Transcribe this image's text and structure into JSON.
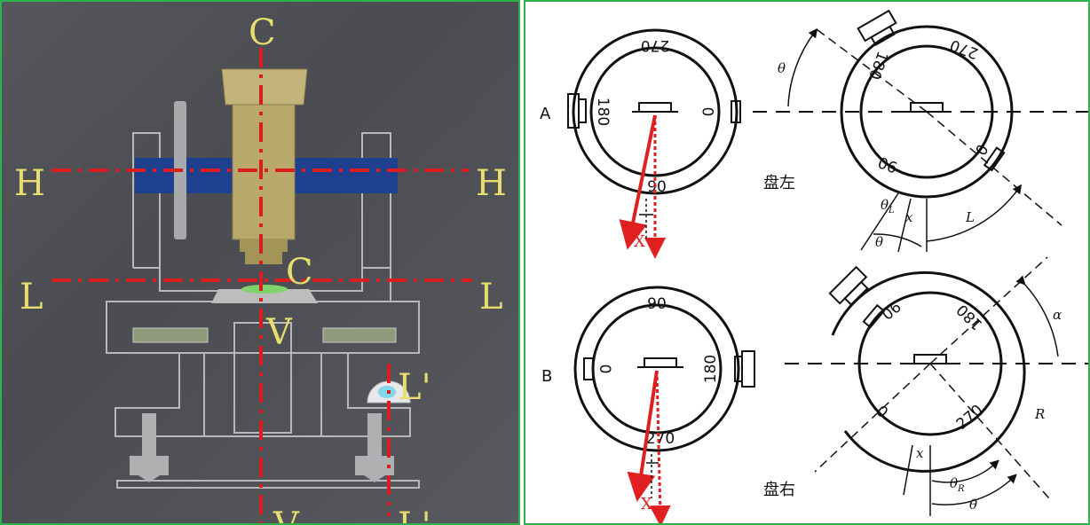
{
  "left": {
    "labels": {
      "c_top": "C",
      "h_left": "H",
      "h_right": "H",
      "l_left": "L",
      "l_right": "L",
      "c_mid": "C",
      "v_mid": "V",
      "lp_top": "L'",
      "v_bottom": "V",
      "lp_bottom": "L'"
    }
  },
  "right": {
    "row_a": "A",
    "row_b": "B",
    "pan_zuo": "盘左",
    "pan_you": "盘右",
    "dial_a": {
      "n270": "270",
      "n180": "180",
      "n0": "0",
      "n90": "90",
      "x": "X"
    },
    "dial_a2": {
      "n270": "270",
      "n180": "180",
      "n0": "0",
      "n90": "90",
      "theta": "θ",
      "thetaL": "θ",
      "thetaL_sub": "L",
      "x": "x",
      "L": "L",
      "theta2": "θ"
    },
    "dial_b": {
      "n90": "90",
      "n0": "0",
      "n180": "180",
      "n270": "270",
      "x": "X"
    },
    "dial_b2": {
      "n90": "90",
      "n180": "180",
      "n0": "0",
      "n270": "270",
      "alpha": "α",
      "R": "R",
      "x": "x",
      "thetaR": "θ",
      "thetaR_sub": "R",
      "theta": "θ"
    }
  },
  "colors": {
    "frame_green": "#2db34a",
    "red_line": "#d81e1e",
    "yellow_label": "#e7de6f",
    "blue_bar": "#1f3f8f",
    "gold_scope": "#b8a86a"
  }
}
